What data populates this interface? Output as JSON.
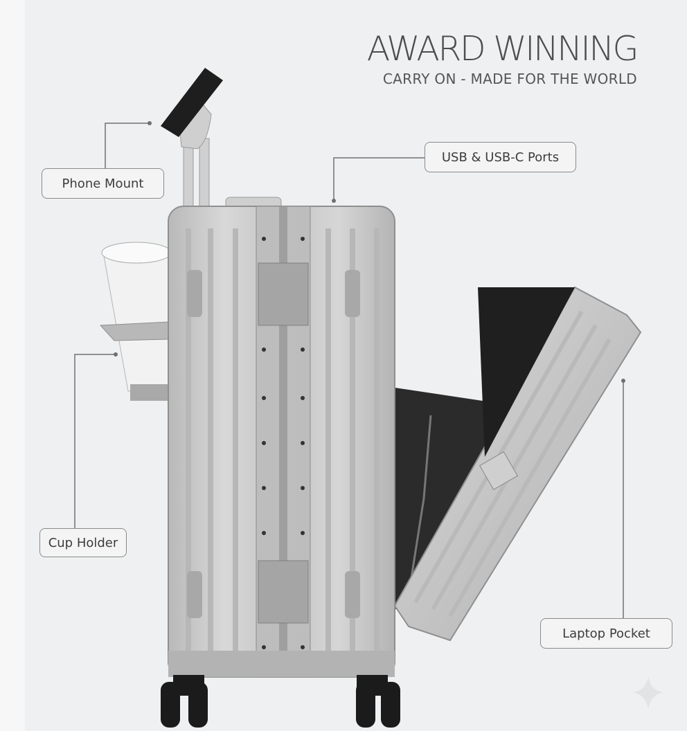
{
  "heading": {
    "title": "AWARD WINNING",
    "subtitle": "CARRY ON - MADE FOR THE WORLD"
  },
  "callouts": {
    "phone_mount": "Phone Mount",
    "usb_ports": "USB & USB-C Ports",
    "cup_holder": "Cup Holder",
    "laptop_pocket": "Laptop Pocket"
  },
  "colors": {
    "background": "#eff0f1",
    "shell": "#c9c9c9",
    "frame": "#a9a9a9",
    "dark": "#222222"
  },
  "icons": [
    "sparkle-icon"
  ]
}
